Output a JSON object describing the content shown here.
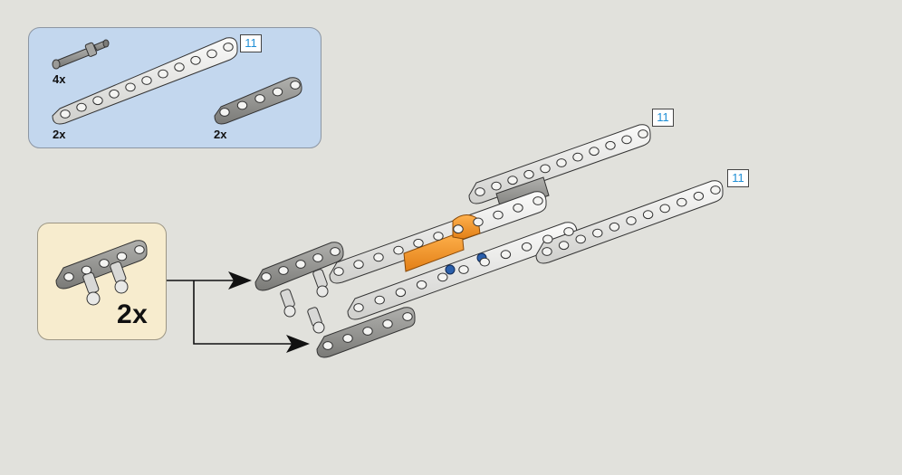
{
  "parts_list": {
    "items": [
      {
        "name": "pin",
        "quantity": "4x"
      },
      {
        "name": "long-beam",
        "quantity": "2x",
        "length": "11"
      },
      {
        "name": "short-beam",
        "quantity": "2x"
      }
    ]
  },
  "subassembly": {
    "multiplier": "2x"
  },
  "assembly": {
    "length_tags": [
      "11",
      "11"
    ]
  },
  "colors": {
    "parts_bg": "#c3d7ee",
    "sub_bg": "#f7ecce",
    "beam_light": "#ececea",
    "beam_dark": "#8f8f8c",
    "orange": "#f39a2d",
    "blue_pin": "#2a5fab",
    "tag_text": "#1f8fd6"
  }
}
